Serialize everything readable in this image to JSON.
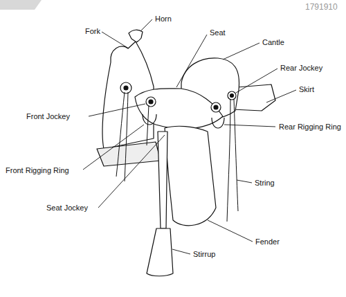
{
  "diagram": {
    "labels": [
      "Horn",
      "Fork",
      "Seat",
      "Cantle",
      "Rear Jockey",
      "Skirt",
      "Front Jockey",
      "Rear Rigging Ring",
      "Front Rigging Ring",
      "String",
      "Seat Jockey",
      "Fender",
      "Stirrup",
      "1791910"
    ]
  }
}
